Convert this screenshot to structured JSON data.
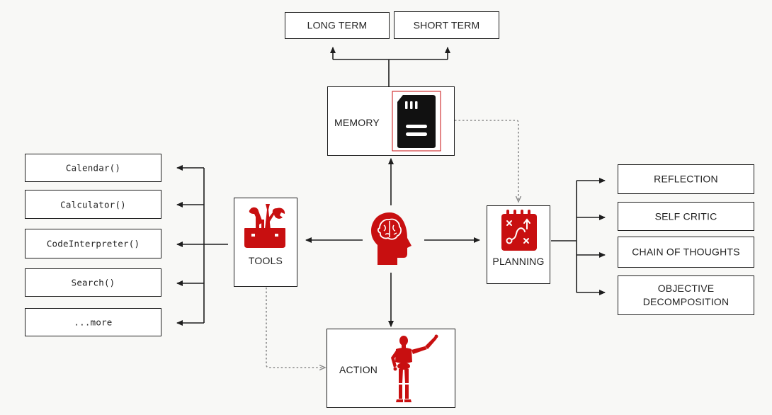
{
  "memory": {
    "label": "MEMORY",
    "long_term": "LONG TERM",
    "short_term": "SHORT TERM"
  },
  "tools": {
    "label": "TOOLS",
    "items": [
      "Calendar()",
      "Calculator()",
      "CodeInterpreter()",
      "Search()",
      "...more"
    ]
  },
  "planning": {
    "label": "PLANNING",
    "items": [
      "REFLECTION",
      "SELF CRITIC",
      "CHAIN OF THOUGHTS",
      "OBJECTIVE\nDECOMPOSITION"
    ]
  },
  "action": {
    "label": "ACTION"
  },
  "colors": {
    "accent": "#c80f10",
    "line": "#1e1e1e",
    "dotted": "#8a8a8a",
    "background": "#f8f8f6"
  },
  "icons": {
    "memory": "sd-card-icon",
    "tools": "toolbox-icon",
    "center": "brain-head-icon",
    "planning": "strategy-board-icon",
    "action": "mannequin-figure-icon"
  }
}
